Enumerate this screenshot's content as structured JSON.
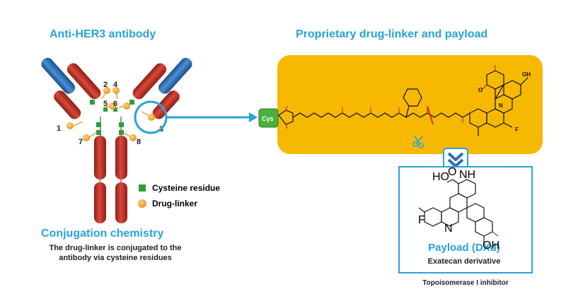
{
  "titles": {
    "antibody": "Anti-HER3 antibody",
    "drug_linker": "Proprietary drug-linker and payload"
  },
  "site_numbers": [
    "1",
    "2",
    "3",
    "4",
    "5",
    "6",
    "7",
    "8"
  ],
  "legend": {
    "cysteine": "Cysteine residue",
    "drug_linker": "Drug-linker"
  },
  "conjugation": {
    "title": "Conjugation chemistry",
    "description": "The drug-linker is conjugated to the antibody via cysteine residues"
  },
  "cys_label": "Cys",
  "structure_labels": {
    "oh_top": "OH",
    "o_top": "O",
    "f_top": "F",
    "n_top": "N",
    "f_payload": "F",
    "n_payload": "N",
    "oh_payload": "OH",
    "ho_payload": "HO",
    "nh_payload": "NH",
    "o_payload": "O"
  },
  "payload": {
    "title": "Payload (DXd)",
    "subtitle": "Exatecan derivative"
  },
  "topoisomerase": "Topoisomerase I inhibitor",
  "colors": {
    "title_blue": "#29a3d8",
    "heavy_chain_red": "#c0392b",
    "light_chain_blue": "#2e6fb5",
    "cysteine_green": "#2e9e3a",
    "drug_linker_orange": "#f5a623",
    "linker_panel": "#f6b800",
    "cys_green": "#4caf3c"
  },
  "icons": [
    "scissors-icon",
    "chevron-down-icon"
  ]
}
